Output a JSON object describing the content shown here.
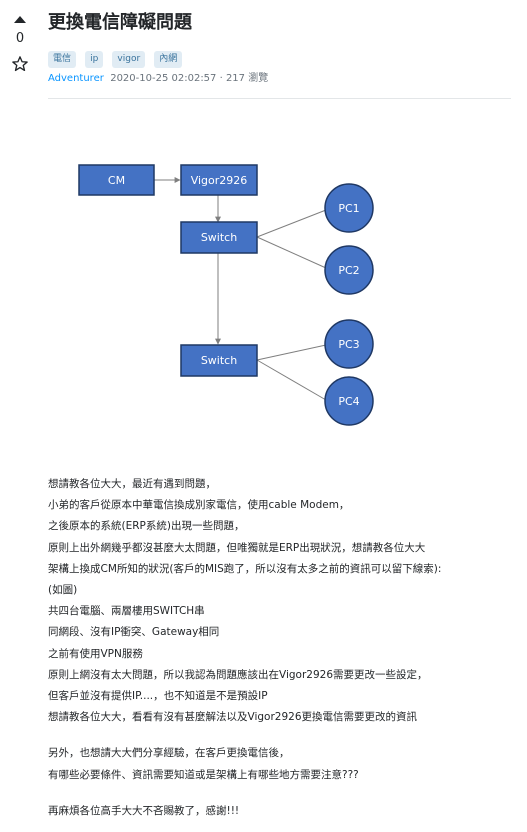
{
  "question": {
    "title": "更換電信障礙問題",
    "vote_count": "0",
    "tags": [
      "電信",
      "ip",
      "vigor",
      "內網"
    ],
    "author": "Adventurer",
    "meta_info": "2020-10-25 02:02:57 · 217 瀏覽"
  },
  "diagram": {
    "nodes": {
      "cm": "CM",
      "vigor": "Vigor2926",
      "switch1": "Switch",
      "switch2": "Switch",
      "pc1": "PC1",
      "pc2": "PC2",
      "pc3": "PC3",
      "pc4": "PC4"
    },
    "fill_color": "#4472c4",
    "stroke_color": "#1f3864"
  },
  "body": {
    "lines": [
      "想請教各位大大，最近有遇到問題，",
      "小弟的客戶從原本中華電信換成別家電信，使用cable Modem，",
      "之後原本的系統(ERP系統)出現一些問題，",
      "原則上出外網幾乎都沒甚麼大太問題，但唯獨就是ERP出現狀況，想請教各位大大",
      "架構上換成CM所知的狀況(客戶的MIS跑了，所以沒有太多之前的資訊可以留下線索):",
      "(如圖)",
      "共四台電腦、兩層樓用SWITCH串",
      "同網段、沒有IP衝突、Gateway相同",
      "之前有使用VPN服務",
      "原則上網沒有太大問題，所以我認為問題應該出在Vigor2926需要更改一些設定，",
      "但客戶並沒有提供IP....，也不知道是不是預設IP",
      "想請教各位大大，看看有沒有甚麼解法以及Vigor2926更換電信需要更改的資訊"
    ],
    "lines2": [
      "另外，也想請大大們分享經驗，在客戶更換電信後，",
      "有哪些必要條件、資訊需要知道或是架構上有哪些地方需要注意???"
    ],
    "closing": "再麻煩各位高手大大不吝賜教了，感謝!!!"
  }
}
